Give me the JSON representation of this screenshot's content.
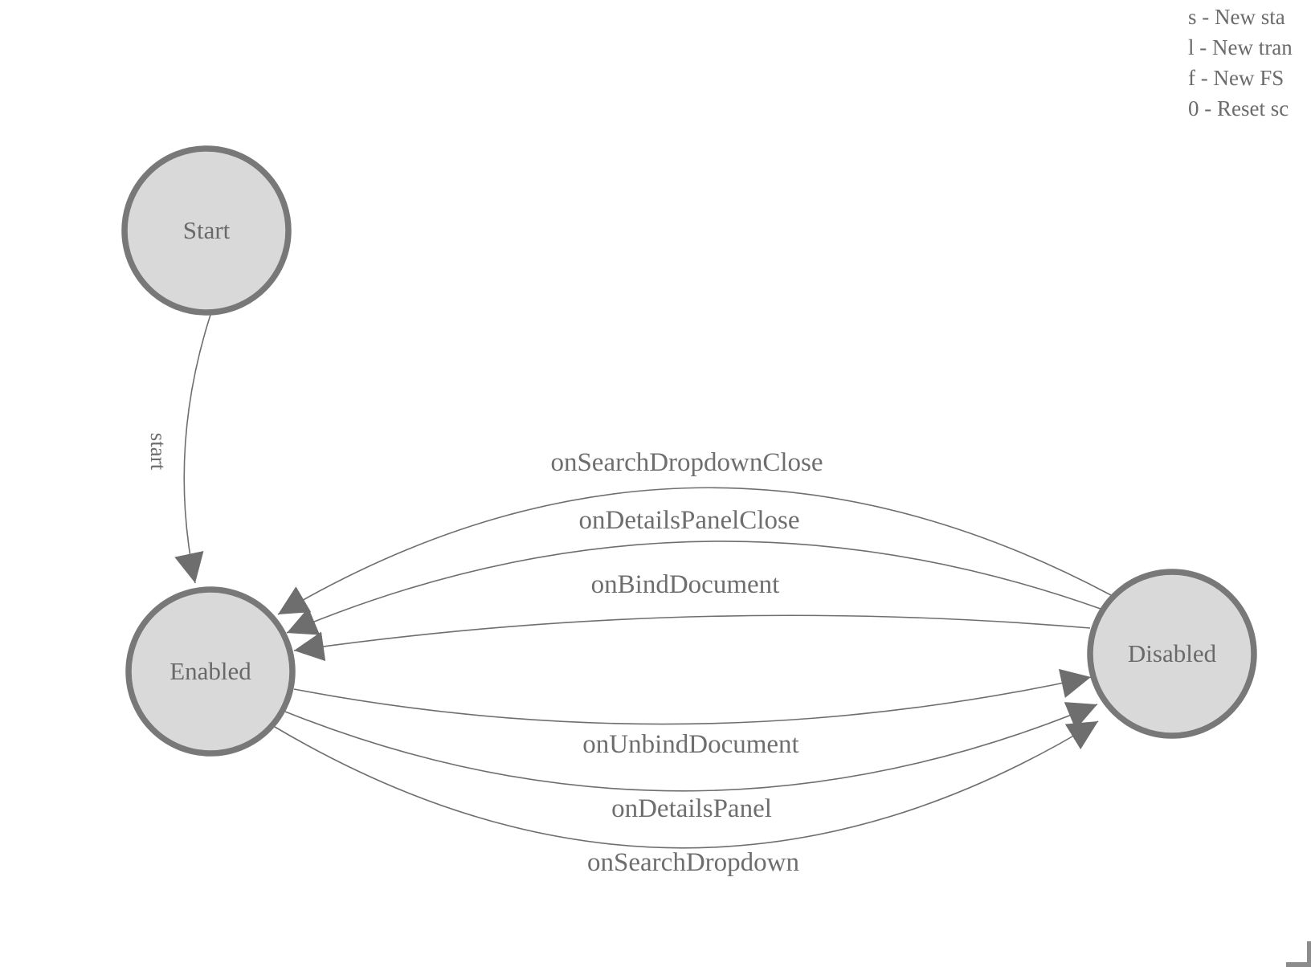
{
  "diagram": {
    "type": "finite-state-machine",
    "nodes": [
      {
        "id": "start",
        "label": "Start"
      },
      {
        "id": "enabled",
        "label": "Enabled"
      },
      {
        "id": "disabled",
        "label": "Disabled"
      }
    ],
    "edges": [
      {
        "label": "start",
        "from": "Start",
        "to": "Enabled"
      },
      {
        "label": "onSearchDropdownClose",
        "from": "Disabled",
        "to": "Enabled"
      },
      {
        "label": "onDetailsPanelClose",
        "from": "Disabled",
        "to": "Enabled"
      },
      {
        "label": "onBindDocument",
        "from": "Disabled",
        "to": "Enabled"
      },
      {
        "label": "onUnbindDocument",
        "from": "Enabled",
        "to": "Disabled"
      },
      {
        "label": "onDetailsPanel",
        "from": "Enabled",
        "to": "Disabled"
      },
      {
        "label": "onSearchDropdown",
        "from": "Enabled",
        "to": "Disabled"
      }
    ]
  },
  "legend": {
    "lines": [
      "s - New sta",
      "l - New tran",
      "f - New FS",
      "0 - Reset sc"
    ]
  },
  "colors": {
    "node_fill": "#d9d9d9",
    "node_stroke": "#787878",
    "edge_stroke": "#6e6e6e",
    "arrow_fill": "#6e6e6e",
    "label_text": "#696969",
    "legend_text": "#6b6b6b",
    "background": "#ffffff"
  }
}
